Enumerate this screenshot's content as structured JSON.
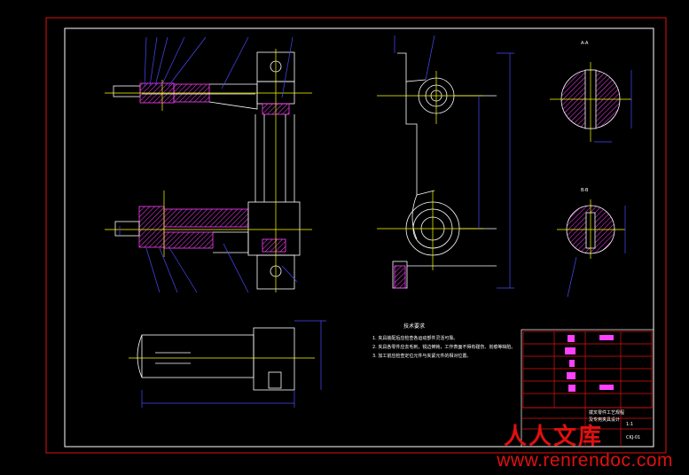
{
  "drawing": {
    "section_label_1": "A-A",
    "section_label_2": "B-B",
    "notes_title": "技术要求",
    "notes": [
      "1. 夹具装配后应检查各运动部件灵活可靠。",
      "2. 夹具各零件应去毛刺，锐边倒钝，工作表面不得有碰伤、划痕等缺陷。",
      "3. 加工前应检查定位元件与夹紧元件的相对位置。"
    ],
    "title_block": {
      "name_line1": "拨叉零件工艺规程",
      "name_line2": "及专用夹具设计",
      "drawing_number": "CKJ-01",
      "scale": "1:1"
    },
    "logo_text": "人人文库",
    "watermark_url": "www.renrendoc.com"
  },
  "colors": {
    "background": "#000000",
    "frame": "#e01010",
    "outline": "#ffffff",
    "centerline": "#ffff00",
    "hatch": "#ff40ff",
    "dimension": "#4a4aff",
    "accent_line": "#00ff00"
  }
}
